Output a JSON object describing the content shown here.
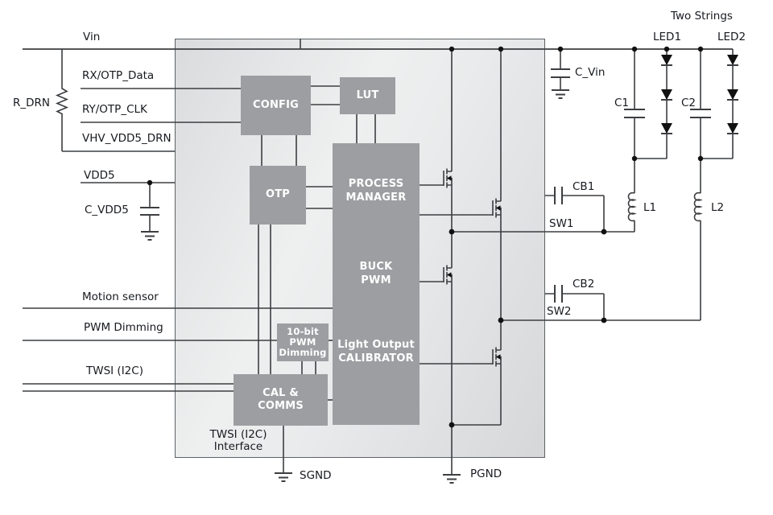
{
  "figure": {
    "type": "led-driver-application-circuit-block-diagram"
  },
  "colors": {
    "wire": "#3c3e41",
    "block_fill": "#9c9ea1",
    "block_text": "#ffffff",
    "label_text": "#171a1f",
    "ic_fill_light": "#eef0f0",
    "ic_fill_dark": "#d5d7d9",
    "ic_border": "#5f6265"
  },
  "labels": {
    "vin": "Vin",
    "rx": "RX/OTP_Data",
    "ry": "RY/OTP_CLK",
    "rdrn": "R_DRN",
    "vhv": "VHV_VDD5_DRN",
    "vdd5": "VDD5",
    "cvdd5": "C_VDD5",
    "motion": "Motion sensor",
    "pwm_dimming": "PWM Dimming",
    "twsi": "TWSI (I2C)",
    "twsi_interface_1": "TWSI (I2C)",
    "twsi_interface_2": "Interface",
    "sgnd": "SGND",
    "pgnd": "PGND",
    "two_strings": "Two Strings",
    "led1": "LED1",
    "led2": "LED2",
    "cvin": "C_Vin",
    "c1": "C1",
    "c2": "C2",
    "cb1": "CB1",
    "sw1": "SW1",
    "l1": "L1",
    "l2": "L2",
    "cb2": "CB2",
    "sw2": "SW2"
  },
  "ic": {
    "blocks": {
      "config": {
        "label": "CONFIG"
      },
      "lut": {
        "label": "LUT"
      },
      "otp": {
        "label": "OTP"
      },
      "process_manager": {
        "line1": "PROCESS",
        "line2": "MANAGER"
      },
      "buck_pwm": {
        "line1": "BUCK",
        "line2": "PWM"
      },
      "light_output_calibrator": {
        "line1": "Light Output",
        "line2": "CALIBRATOR"
      },
      "pwm_dimming_10bit": {
        "line1": "10-bit",
        "line2": "PWM",
        "line3": "Dimming"
      },
      "cal_comms": {
        "line1": "CAL &",
        "line2": "COMMS"
      }
    }
  }
}
